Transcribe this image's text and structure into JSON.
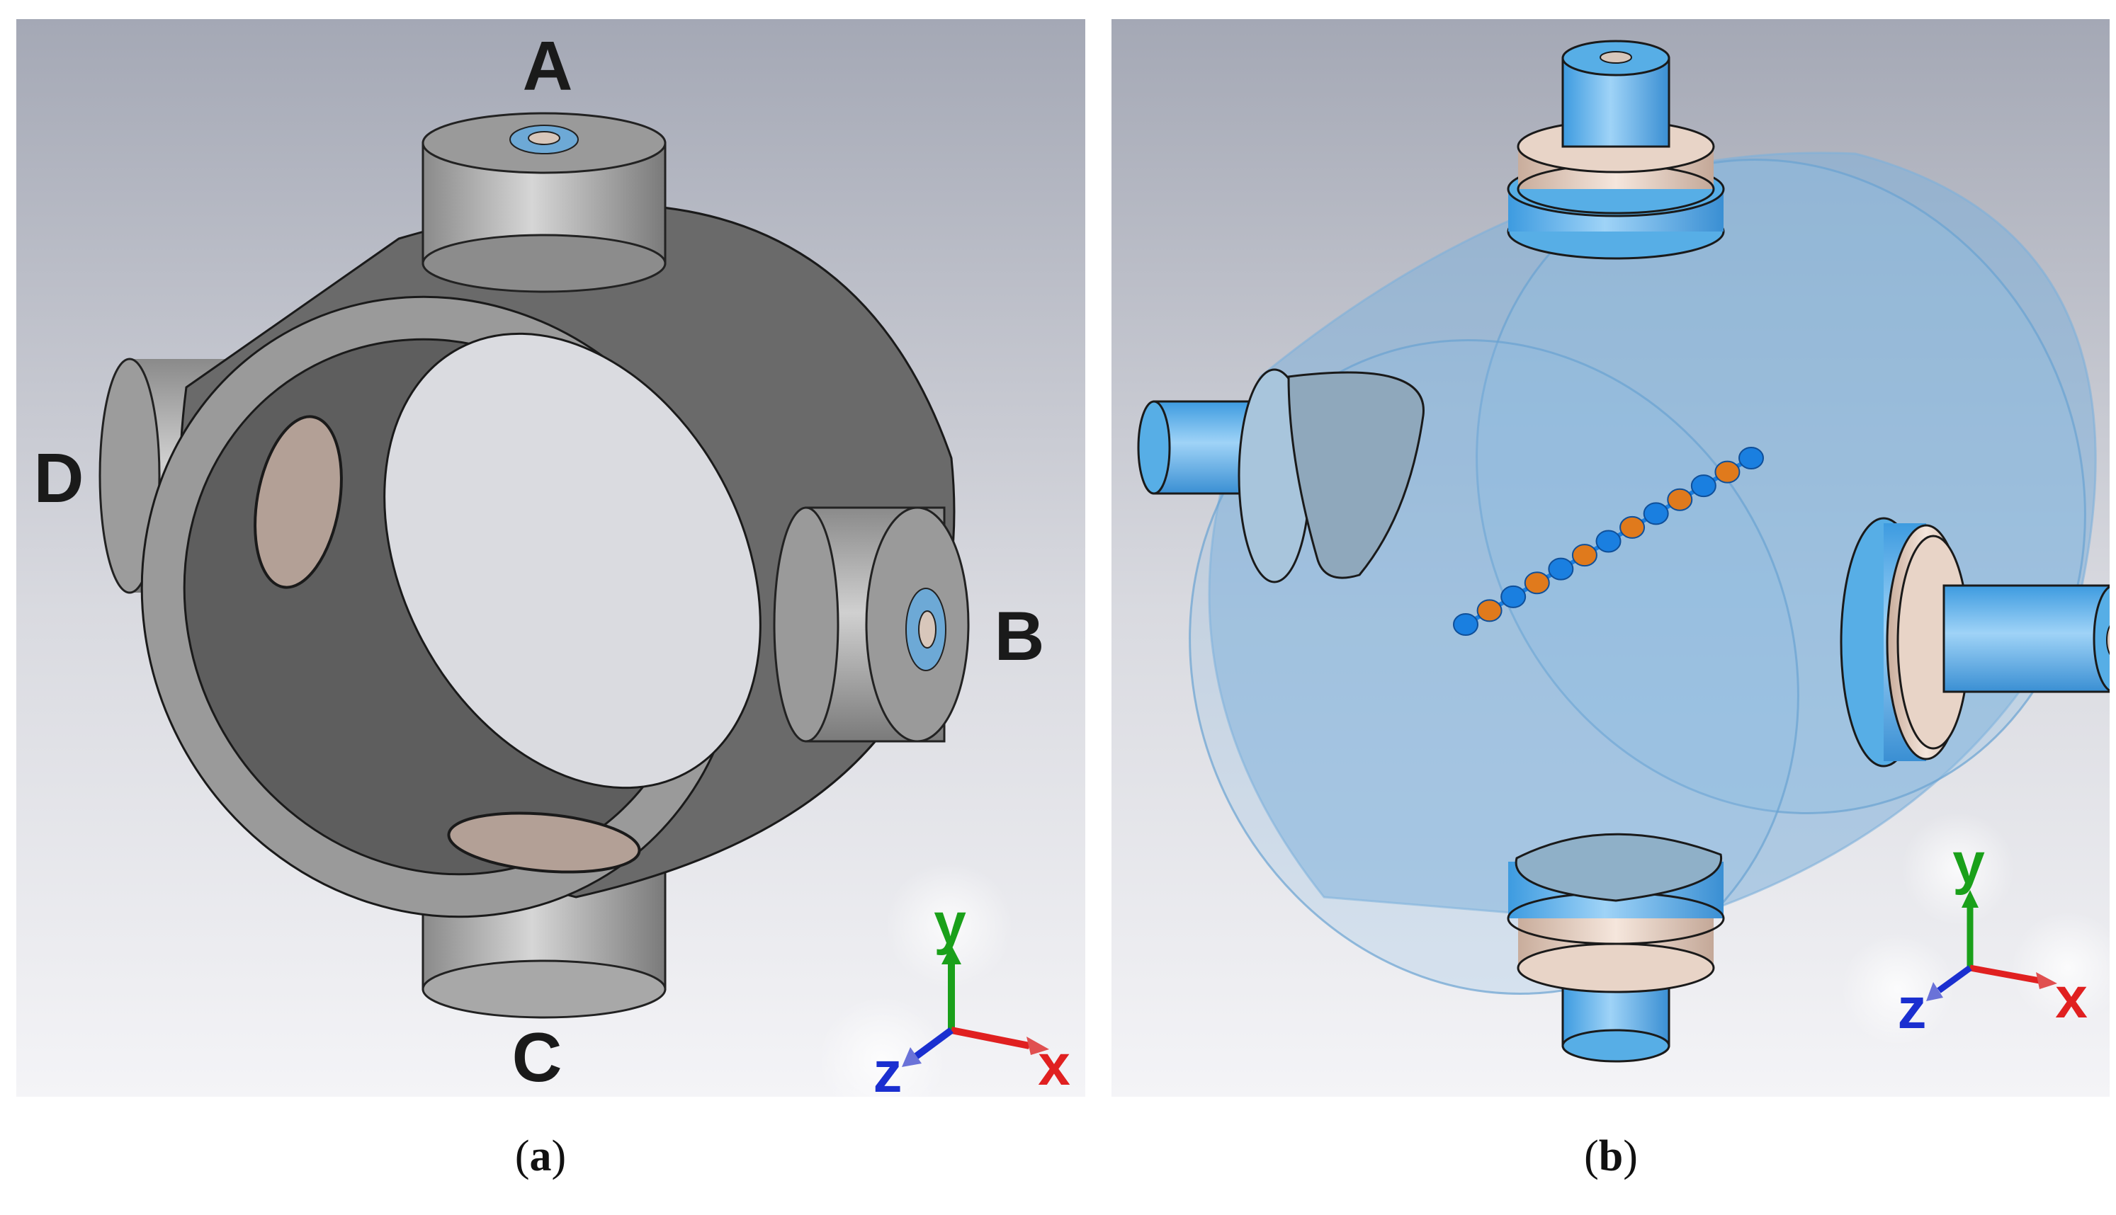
{
  "panels": [
    {
      "caption": "a",
      "port_labels": {
        "top": "A",
        "right": "B",
        "bottom": "C",
        "left": "D"
      },
      "axes": {
        "x": "x",
        "y": "y",
        "z": "z"
      }
    },
    {
      "caption": "b",
      "axes": {
        "x": "x",
        "y": "y",
        "z": "z"
      }
    }
  ],
  "colors": {
    "background_top": "#a4a8b5",
    "background_bottom": "#f4f4f7",
    "metal": "#6e6e6e",
    "metal_light": "#c9c9c9",
    "port_inner": "#b9a69b",
    "transparent_blue": "#7fb0da",
    "port_blue": "#57aee6",
    "beads_blue": "#1a7fe0",
    "beads_orange": "#e07a1c",
    "axis_x": "#e02020",
    "axis_y": "#1aa01a",
    "axis_z": "#1a2fd0"
  }
}
